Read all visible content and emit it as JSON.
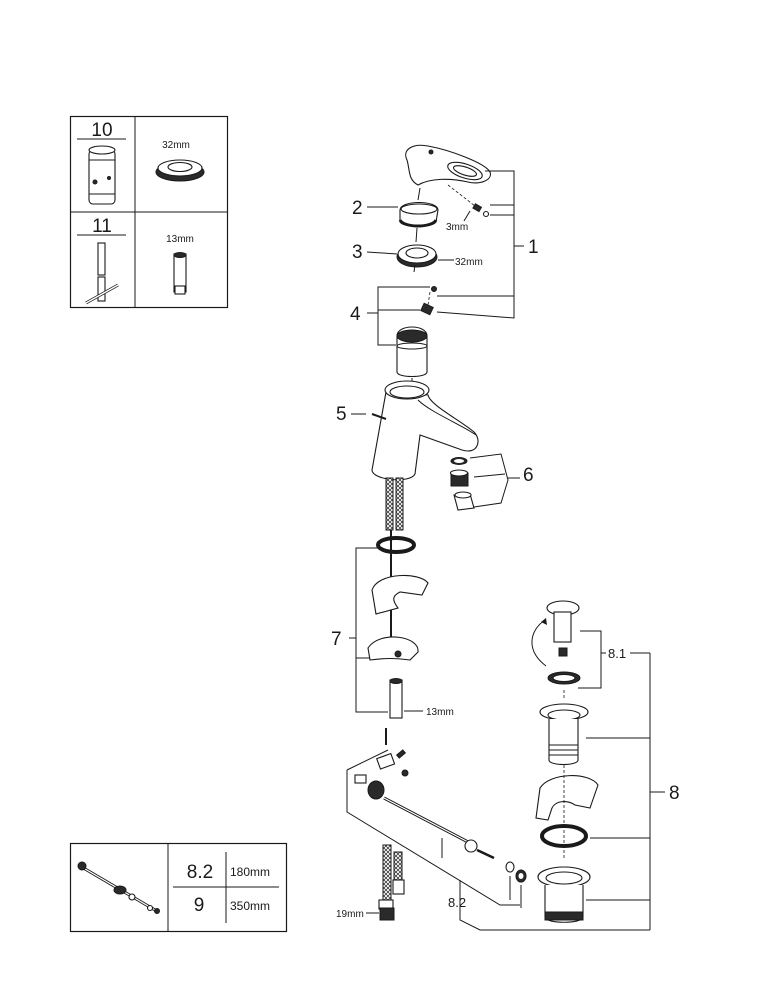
{
  "diagram": {
    "type": "exploded-parts-view",
    "tool_table": {
      "rows": [
        {
          "part_number": "10",
          "tool": "cartridge-removal-tool",
          "size_label": "32mm",
          "size_item": "nut"
        },
        {
          "part_number": "11",
          "tool": "t-handle-socket-key",
          "size_label": "13mm",
          "size_item": "socket"
        }
      ]
    },
    "length_table": {
      "item": "pop-up-rod-assembly",
      "rows": [
        {
          "part_number": "8.2",
          "length": "180mm"
        },
        {
          "part_number": "9",
          "length": "350mm"
        }
      ]
    },
    "callouts": {
      "c1": "1",
      "c2": "2",
      "c3": "3",
      "c4": "4",
      "c5": "5",
      "c6": "6",
      "c7": "7",
      "c8": "8",
      "c81": "8.1",
      "c82": "8.2"
    },
    "size_labels": {
      "handle_screw": "3mm",
      "cartridge_nut": "32mm",
      "mounting_socket": "13mm",
      "hose_nut": "19mm"
    }
  }
}
